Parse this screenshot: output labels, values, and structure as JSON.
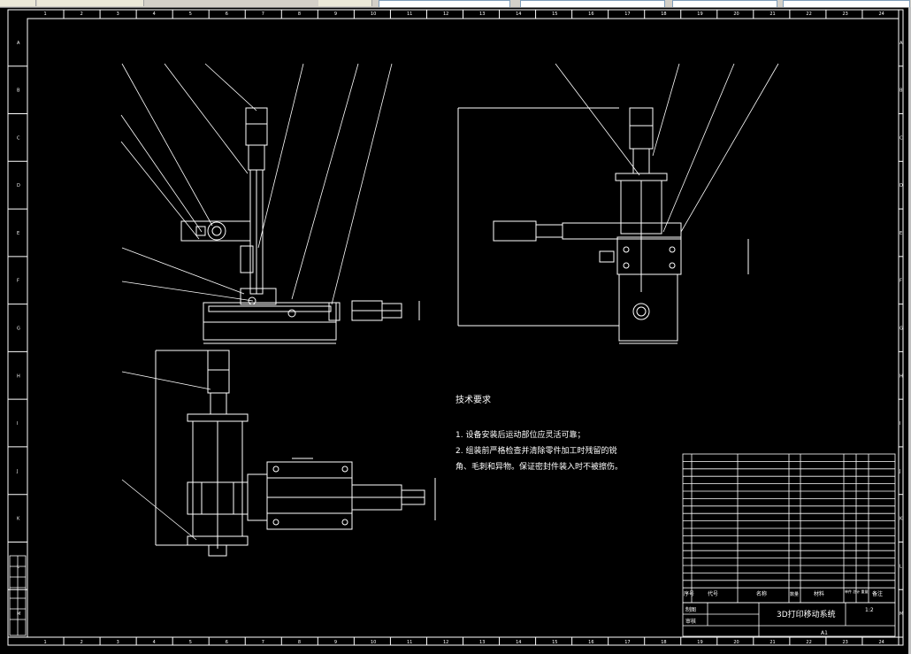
{
  "toolbar": {
    "tabs": [
      "",
      "",
      "",
      ""
    ]
  },
  "drawing": {
    "notes_title": "技术要求",
    "notes": [
      "1. 设备安装后运动部位应灵活可靠；",
      "2. 组装前严格检查并清除零件加工时残留的锐",
      "角、毛刺和异物。保证密封件装入时不被擦伤。"
    ],
    "title_block": {
      "title": "3D打印移动系统",
      "scale": "1:2",
      "sheet_size": "A1",
      "header": [
        "序号",
        "代号",
        "名称",
        "数量",
        "材料",
        "单件 总计 重量",
        "备注"
      ],
      "row_label_1": "制图",
      "row_label_2": "审核"
    },
    "frame_letters_left": [
      "A",
      "B",
      "C",
      "D",
      "E",
      "F",
      "G",
      "H",
      "I",
      "J",
      "K",
      "L",
      "M"
    ],
    "frame_numbers_top": [
      "1",
      "2",
      "3",
      "4",
      "5",
      "6",
      "7",
      "8",
      "9",
      "10",
      "11",
      "12",
      "13",
      "14",
      "15",
      "16",
      "17",
      "18",
      "19",
      "20",
      "21",
      "22",
      "23",
      "24"
    ]
  },
  "colors": {
    "background": "#000000",
    "lines": "#ffffff",
    "toolbar": "#d4d0c8"
  }
}
